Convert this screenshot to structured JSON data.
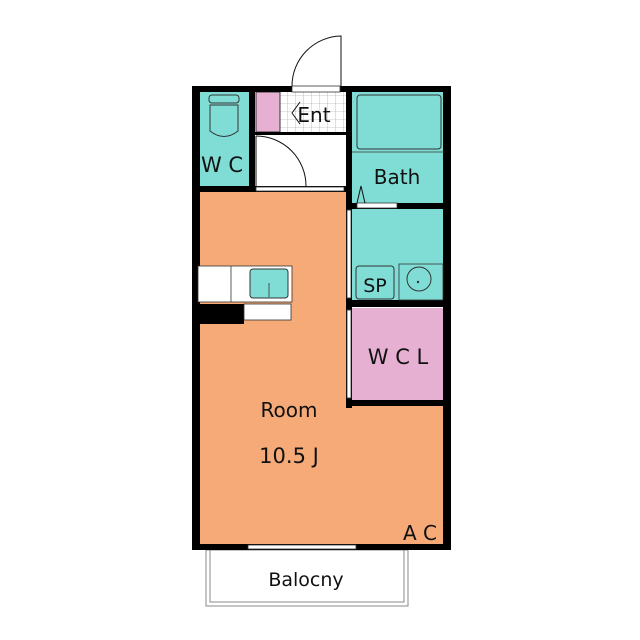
{
  "rooms": {
    "wc": "W C",
    "entrance": "Ent",
    "bath": "Bath",
    "sp": "SP",
    "wcl": "W C L",
    "room": "Room",
    "room_size": "10.5 J",
    "ac": "A C",
    "balcony": "Balocny"
  },
  "colors": {
    "room": "#f5aa78",
    "wet": "#80ddd6",
    "storage": "#e6b0d2",
    "wall": "#000000"
  }
}
